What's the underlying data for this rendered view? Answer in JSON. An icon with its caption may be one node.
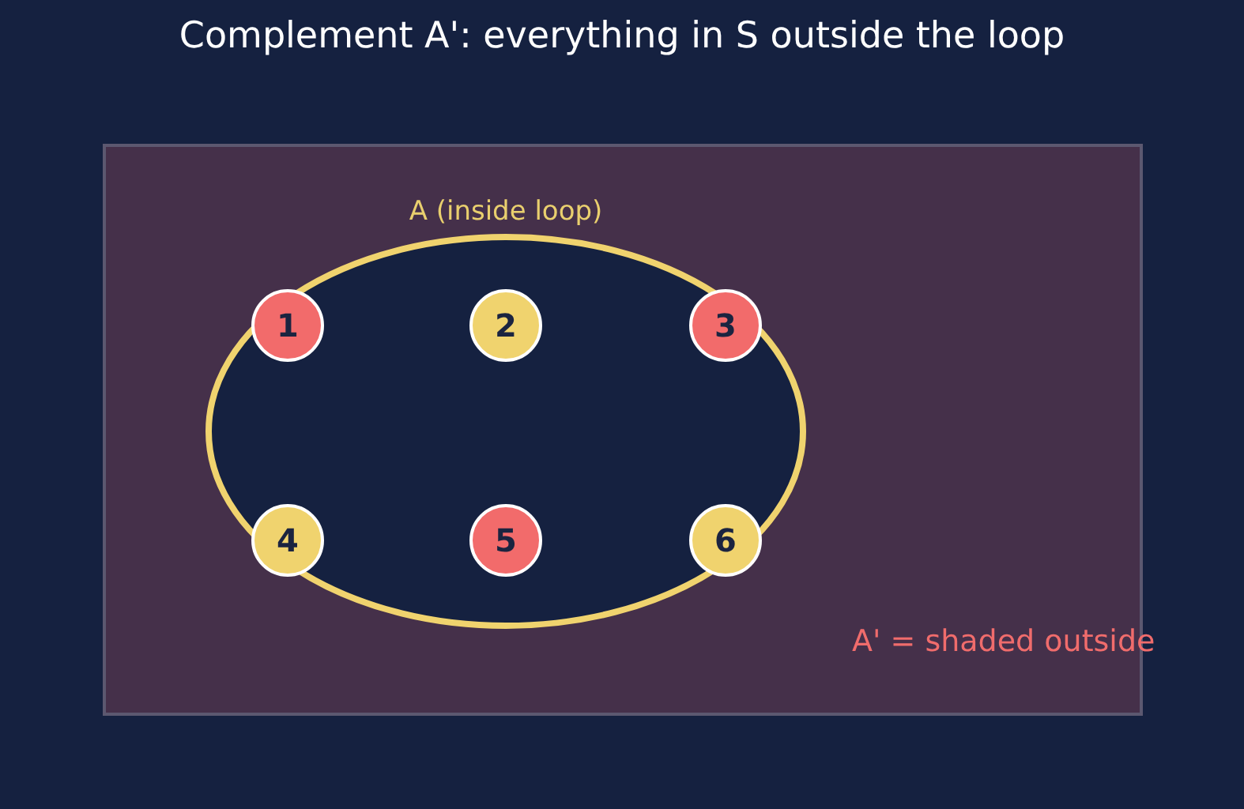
{
  "diagram": {
    "title": "Complement A': everything in S outside the loop",
    "nodes": [
      {
        "text": [],
        "shape": "box"
      },
      {
        "text": [
          "A (inside loop)"
        ],
        "in": 0
      },
      {
        "text": [
          "1"
        ],
        "in": 1
      },
      {
        "text": [
          "2"
        ],
        "in": 1
      },
      {
        "text": [
          "3"
        ],
        "in": 1
      },
      {
        "text": [
          "4"
        ],
        "in": 1
      },
      {
        "text": [
          "5"
        ],
        "in": 1
      },
      {
        "text": [
          "6"
        ],
        "in": 1
      }
    ],
    "labels": [
      "A' = shaded outside"
    ]
  }
}
